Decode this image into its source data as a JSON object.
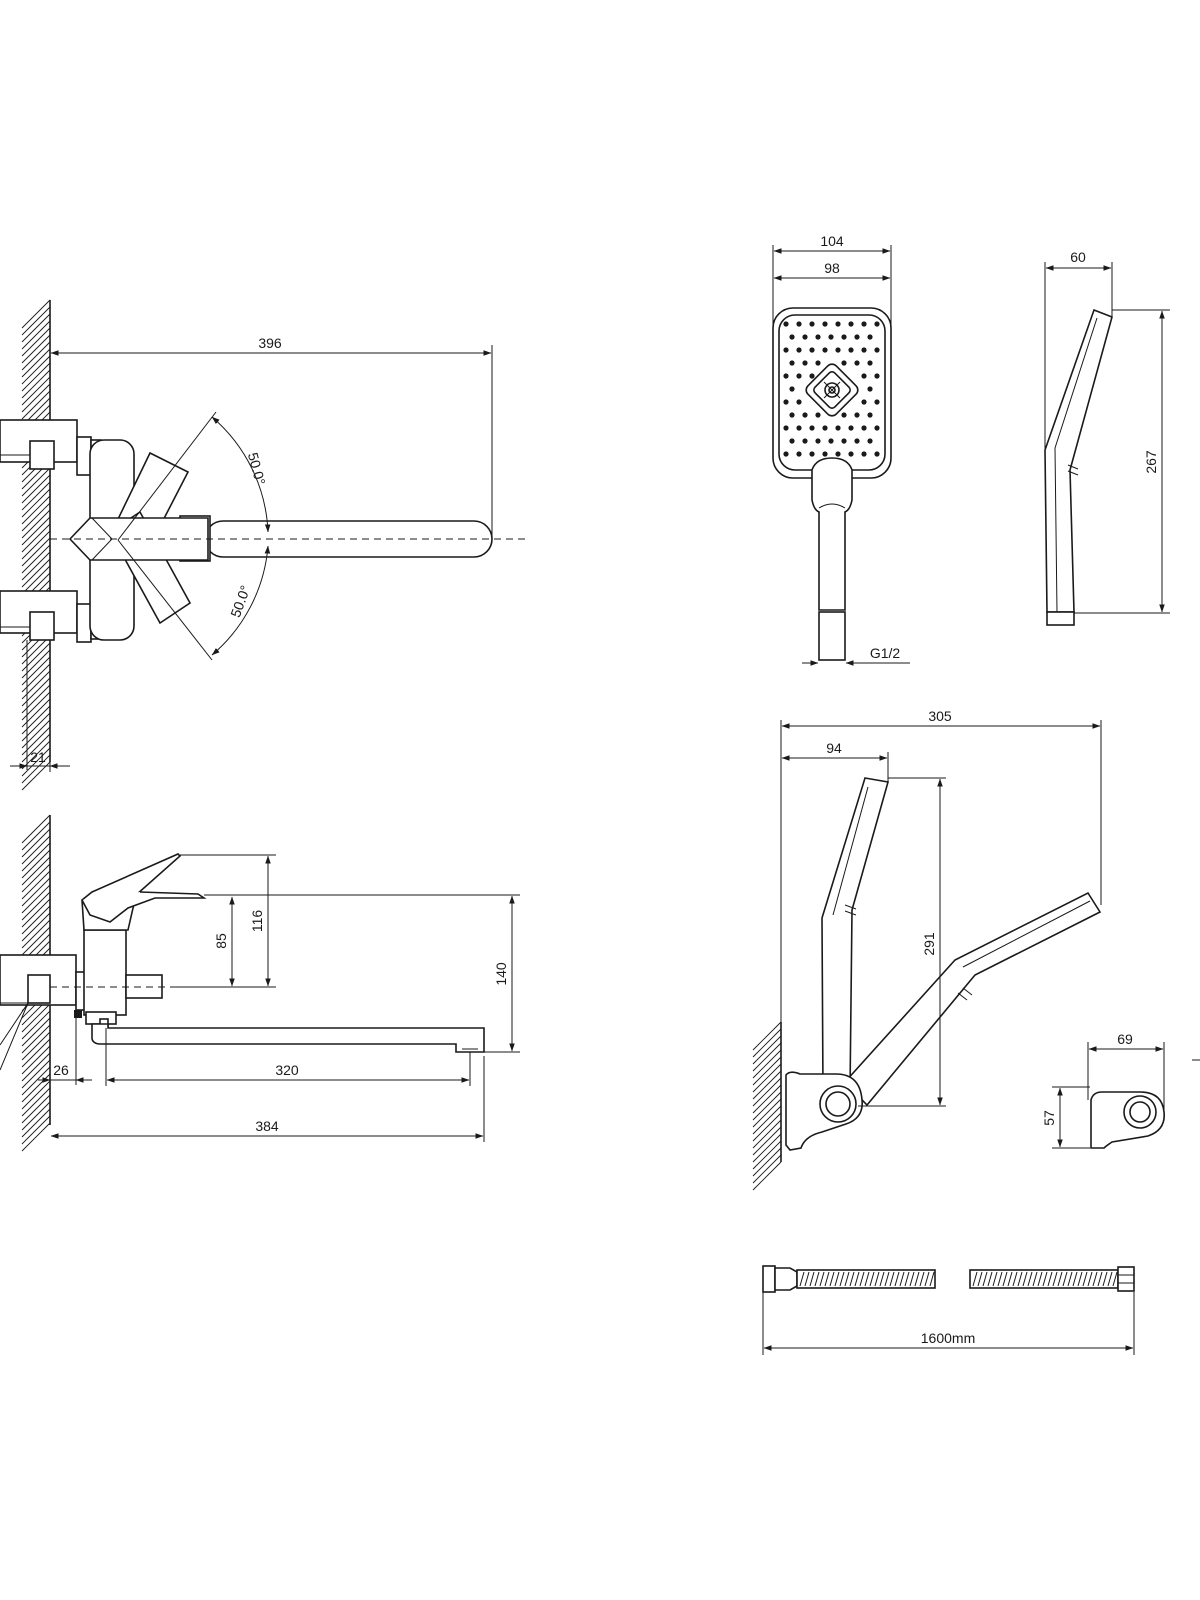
{
  "faucet_front_view": {
    "dims": {
      "spout_reach": "396",
      "handle_angle_upper": "50.0°",
      "handle_angle_lower": "50.0°",
      "wall_offset": "21"
    }
  },
  "faucet_side_view": {
    "dims": {
      "lever_height": "85",
      "total_height": "116",
      "outlet_height": "140",
      "eccentric": "26",
      "spout_length": "320",
      "total_length": "384"
    }
  },
  "hand_shower_front": {
    "dims": {
      "width_outer": "104",
      "width_inner": "98",
      "thread": "G1/2"
    }
  },
  "hand_shower_side": {
    "dims": {
      "depth": "60",
      "length": "267"
    }
  },
  "holder_view": {
    "dims": {
      "reach": "305",
      "offset": "94",
      "height": "291",
      "holder_width": "69",
      "holder_height": "57"
    }
  },
  "hose": {
    "dims": {
      "length": "1600mm"
    }
  }
}
